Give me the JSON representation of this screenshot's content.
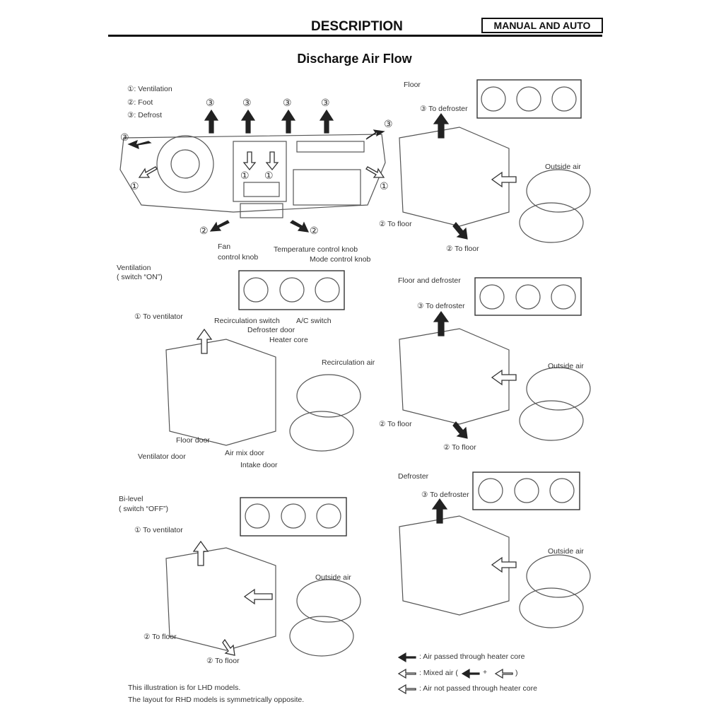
{
  "header": {
    "section": "DESCRIPTION",
    "badge": "MANUAL AND AUTO"
  },
  "title": "Discharge Air Flow",
  "dash_legend": [
    "①: Ventilation",
    "②: Foot",
    "③: Defrost"
  ],
  "dash_marks": [
    "③",
    "③",
    "③",
    "③",
    "③",
    "③",
    "①",
    "①",
    "①",
    "①",
    "②",
    "②"
  ],
  "panel_labels": {
    "fan": "Fan",
    "fan2": "control knob",
    "temp": "Temperature control knob",
    "mode": "Mode control knob",
    "recirc": "Recirculation switch",
    "ac": "A/C switch"
  },
  "ventilation": {
    "title": "Ventilation",
    "switch": "(        switch “ON”)",
    "to_ventilator": "① To ventilator",
    "defroster_door": "Defroster door",
    "heater_core": "Heater core",
    "recirc_air": "Recirculation air",
    "floor_door": "Floor door",
    "ventilator_door": "Ventilator door",
    "air_mix_door": "Air mix door",
    "intake_door": "Intake door"
  },
  "bilevel": {
    "title": "Bi-level",
    "switch": "(        switch “OFF”)",
    "to_ventilator": "① To ventilator",
    "outside_air": "Outside air",
    "to_floor_1": "② To floor",
    "to_floor_2": "② To floor"
  },
  "floor": {
    "title": "Floor",
    "to_defroster": "③ To defroster",
    "outside_air": "Outside air",
    "to_floor_1": "② To floor",
    "to_floor_2": "② To floor"
  },
  "floor_defroster": {
    "title": "Floor and defroster",
    "to_defroster": "③ To defroster",
    "outside_air": "Outside air",
    "to_floor_1": "② To floor",
    "to_floor_2": "② To floor"
  },
  "defroster": {
    "title": "Defroster",
    "to_defroster": "③ To defroster",
    "outside_air": "Outside air"
  },
  "arrow_legend": {
    "hot": ": Air passed through heater core",
    "mixed": ": Mixed air (",
    "mixed_end": ")",
    "plus": "+",
    "cold": ": Air not passed through heater core"
  },
  "footnote": [
    "This illustration is for LHD models.",
    "The layout for RHD models is symmetrically opposite."
  ]
}
